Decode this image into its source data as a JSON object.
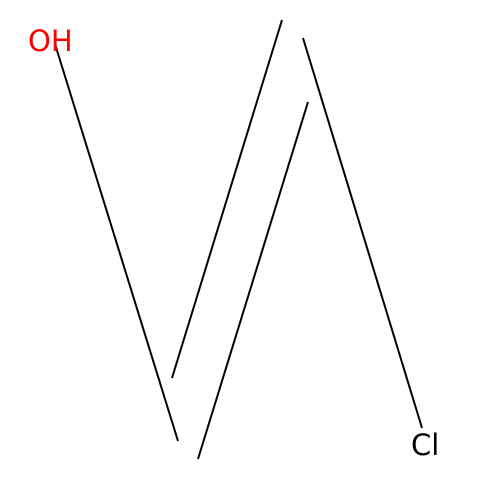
{
  "molecule": {
    "atoms": [
      {
        "id": "O1",
        "label": "OH",
        "color": "#ff0000"
      },
      {
        "id": "Cl1",
        "label": "Cl",
        "color": "#000000"
      }
    ],
    "bonds": [
      {
        "id": "b1",
        "order": 1
      },
      {
        "id": "b2",
        "order": 2
      },
      {
        "id": "b3",
        "order": 1
      }
    ]
  }
}
